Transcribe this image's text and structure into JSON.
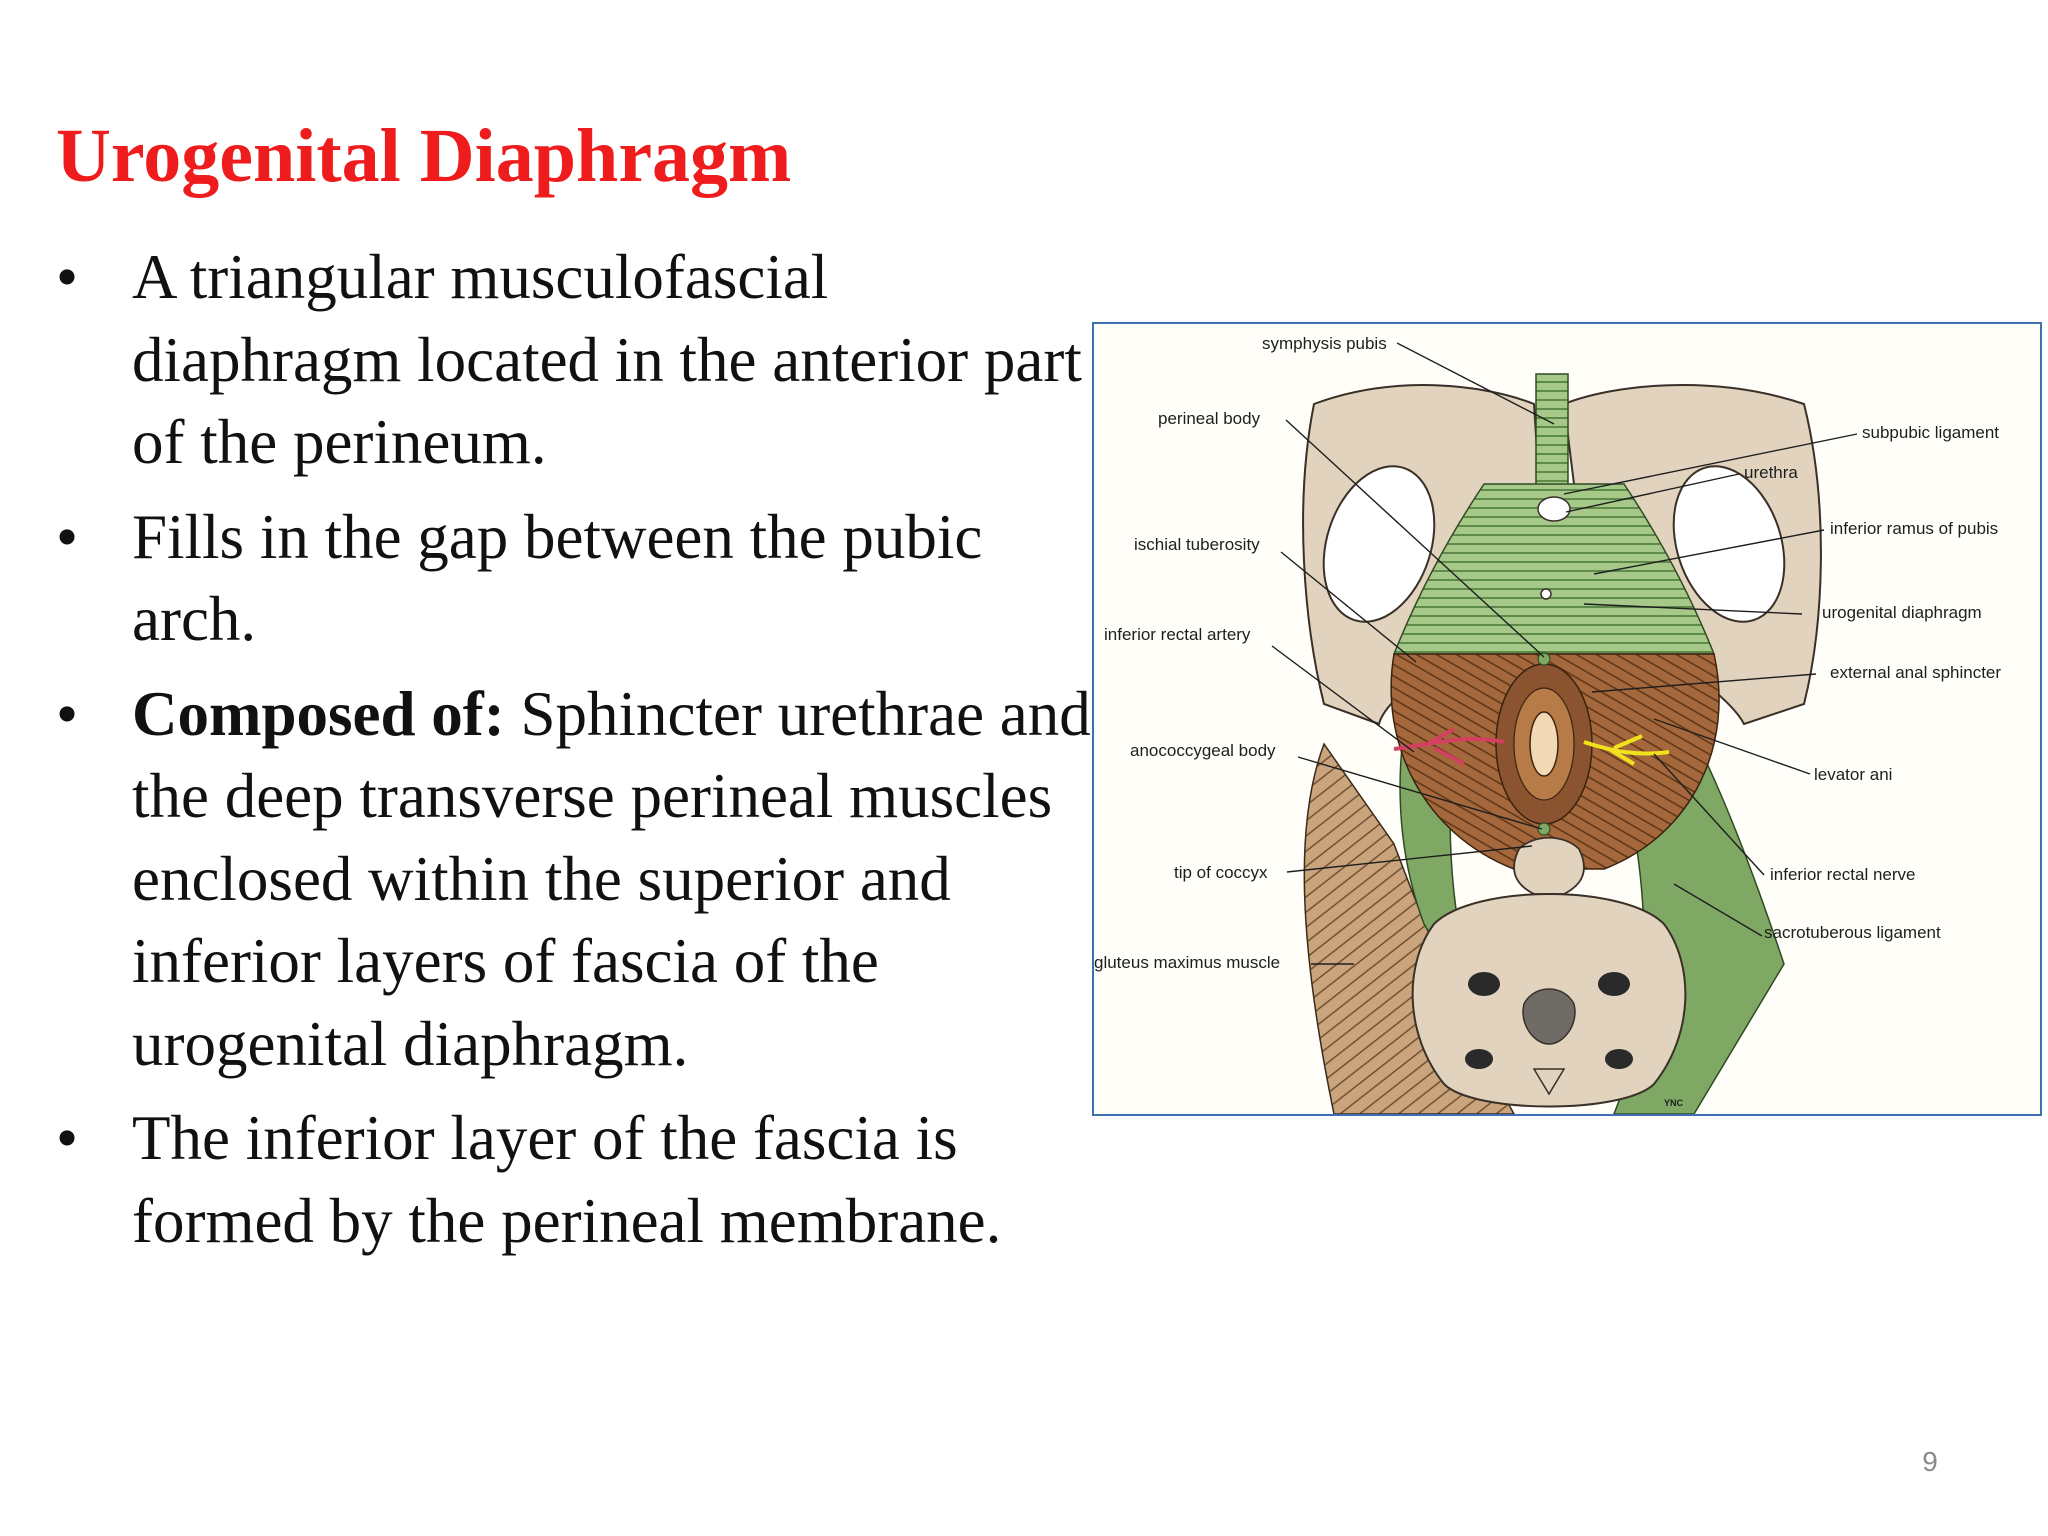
{
  "slide": {
    "title": "Urogenital Diaphragm",
    "page_number": "9"
  },
  "bullets": [
    {
      "symbol": "•",
      "text": "A triangular musculofascial diaphragm located in the anterior part of the perineum."
    },
    {
      "symbol": "•",
      "text": "Fills in the gap between the pubic arch."
    },
    {
      "symbol": "•",
      "bold": "Composed of:",
      "text": " Sphincter urethrae and the deep transverse perineal muscles enclosed within the superior and inferior layers of fascia of the urogenital diaphragm."
    },
    {
      "symbol": "•",
      "text": "The inferior layer of the fascia is formed by the perineal membrane."
    }
  ],
  "figure": {
    "labels": {
      "symphysis_pubis": "symphysis pubis",
      "perineal_body": "perineal body",
      "subpubic_ligament": "subpubic ligament",
      "urethra": "urethra",
      "ischial_tuberosity": "ischial tuberosity",
      "inferior_ramus_of_pubis": "inferior ramus of pubis",
      "urogenital_diaphragm": "urogenital diaphragm",
      "inferior_rectal_artery": "inferior rectal artery",
      "external_anal_sphincter": "external anal sphincter",
      "anococcygeal_body": "anococcygeal body",
      "levator_ani": "levator ani",
      "tip_of_coccyx": "tip of coccyx",
      "inferior_rectal_nerve": "inferior rectal nerve",
      "sacrotuberous_ligament": "sacrotuberous ligament",
      "gluteus_maximus_muscle": "gluteus maximus muscle",
      "artist_mark": "YNC"
    },
    "colors": {
      "frame": "#3f6fb3",
      "bone": "#e2d3be",
      "membrane": "#a6c98a",
      "muscle": "#a5683c",
      "artery": "#d34060",
      "nerve": "#f2e21c"
    }
  }
}
